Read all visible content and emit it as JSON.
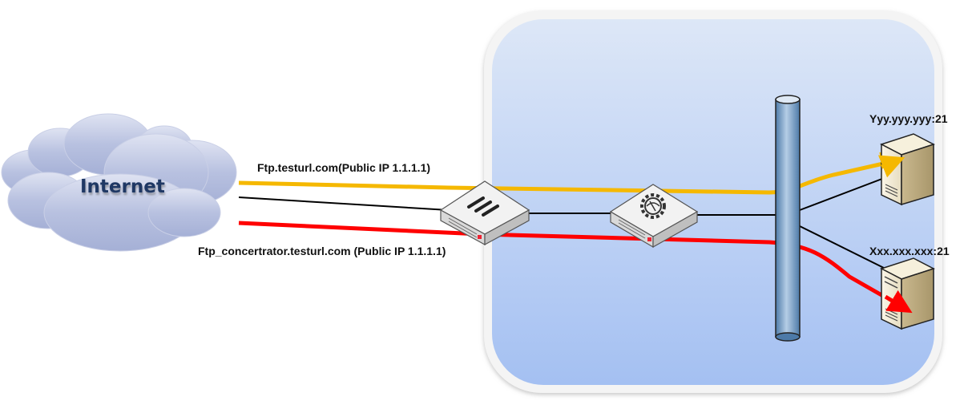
{
  "internet": {
    "label": "Internet",
    "icon": "cloud-icon"
  },
  "links": [
    {
      "label": "Ftp.testurl.com(Public IP 1.1.1.1)",
      "color": "#f5b800"
    },
    {
      "label": "",
      "color": "#000000"
    },
    {
      "label": "Ftp_concertrator.testurl.com (Public IP 1.1.1.1)",
      "color": "#ff0000"
    }
  ],
  "network": {
    "background_top": "#dbe6f7",
    "background_bottom": "#a6c1f2"
  },
  "devices": {
    "firewall": {
      "icon": "firewall-icon"
    },
    "load_balancer": {
      "icon": "router-gear-icon"
    },
    "backbone": {
      "icon": "backbone-pipe-icon"
    }
  },
  "servers": [
    {
      "label": "Yyy.yyy.yyy:21",
      "icon": "server-icon"
    },
    {
      "label": "Xxx.xxx.xxx:21",
      "icon": "server-icon"
    }
  ]
}
